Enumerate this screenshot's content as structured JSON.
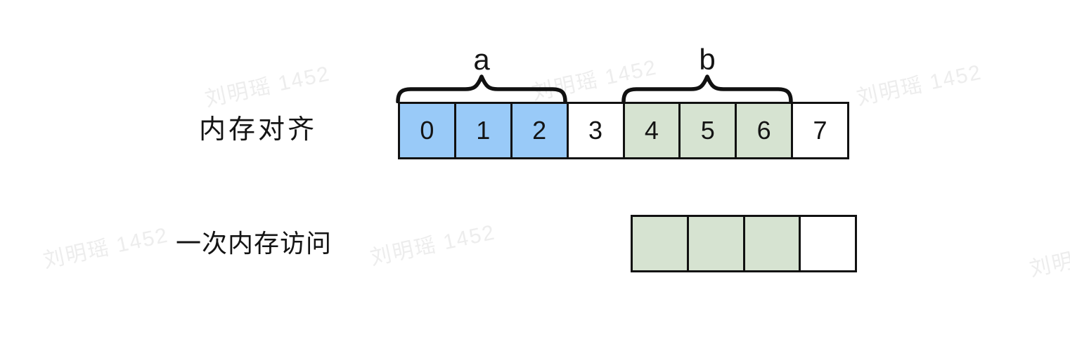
{
  "watermark": {
    "text": "刘明瑶 1452"
  },
  "memory_alignment_row": {
    "label": "内存对齐",
    "braces": [
      {
        "label": "a"
      },
      {
        "label": "b"
      }
    ],
    "cells": [
      {
        "value": "0",
        "fill": "blue"
      },
      {
        "value": "1",
        "fill": "blue"
      },
      {
        "value": "2",
        "fill": "blue"
      },
      {
        "value": "3",
        "fill": "white"
      },
      {
        "value": "4",
        "fill": "green"
      },
      {
        "value": "5",
        "fill": "green"
      },
      {
        "value": "6",
        "fill": "green"
      },
      {
        "value": "7",
        "fill": "white"
      }
    ]
  },
  "memory_access_row": {
    "label": "一次内存访问",
    "cells": [
      {
        "value": "",
        "fill": "green"
      },
      {
        "value": "",
        "fill": "green"
      },
      {
        "value": "",
        "fill": "green"
      },
      {
        "value": "",
        "fill": "white"
      }
    ]
  },
  "colors": {
    "blue": "#99caf8",
    "green": "#d6e3d1",
    "border": "#111111",
    "watermark": "#ededed"
  }
}
